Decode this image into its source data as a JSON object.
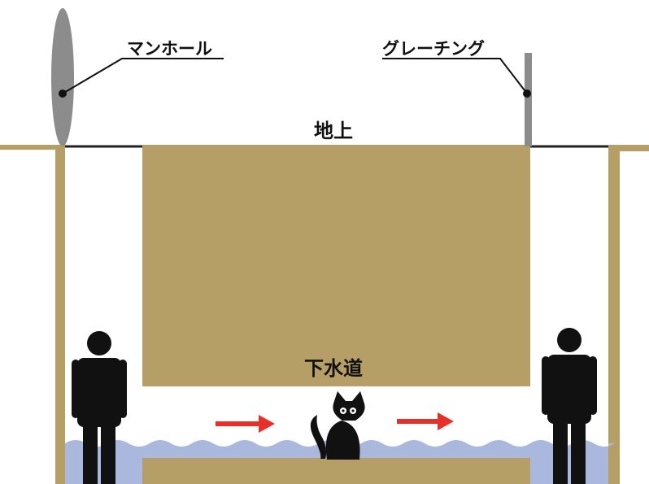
{
  "labels": {
    "manhole": "マンホール",
    "grating": "グレーチング",
    "ground": "地上",
    "sewer": "下水道"
  },
  "colors": {
    "earth": "#b59f66",
    "water": "#a9b8dc",
    "figure": "#111111",
    "arrow": "#e5312a",
    "cover": "#8c8c8c",
    "ground_line": "#222222"
  },
  "icons": {
    "person_left": "person-icon",
    "person_right": "person-icon",
    "cat": "cat-icon",
    "arrow_left": "arrow-right-icon",
    "arrow_right": "arrow-right-icon"
  }
}
